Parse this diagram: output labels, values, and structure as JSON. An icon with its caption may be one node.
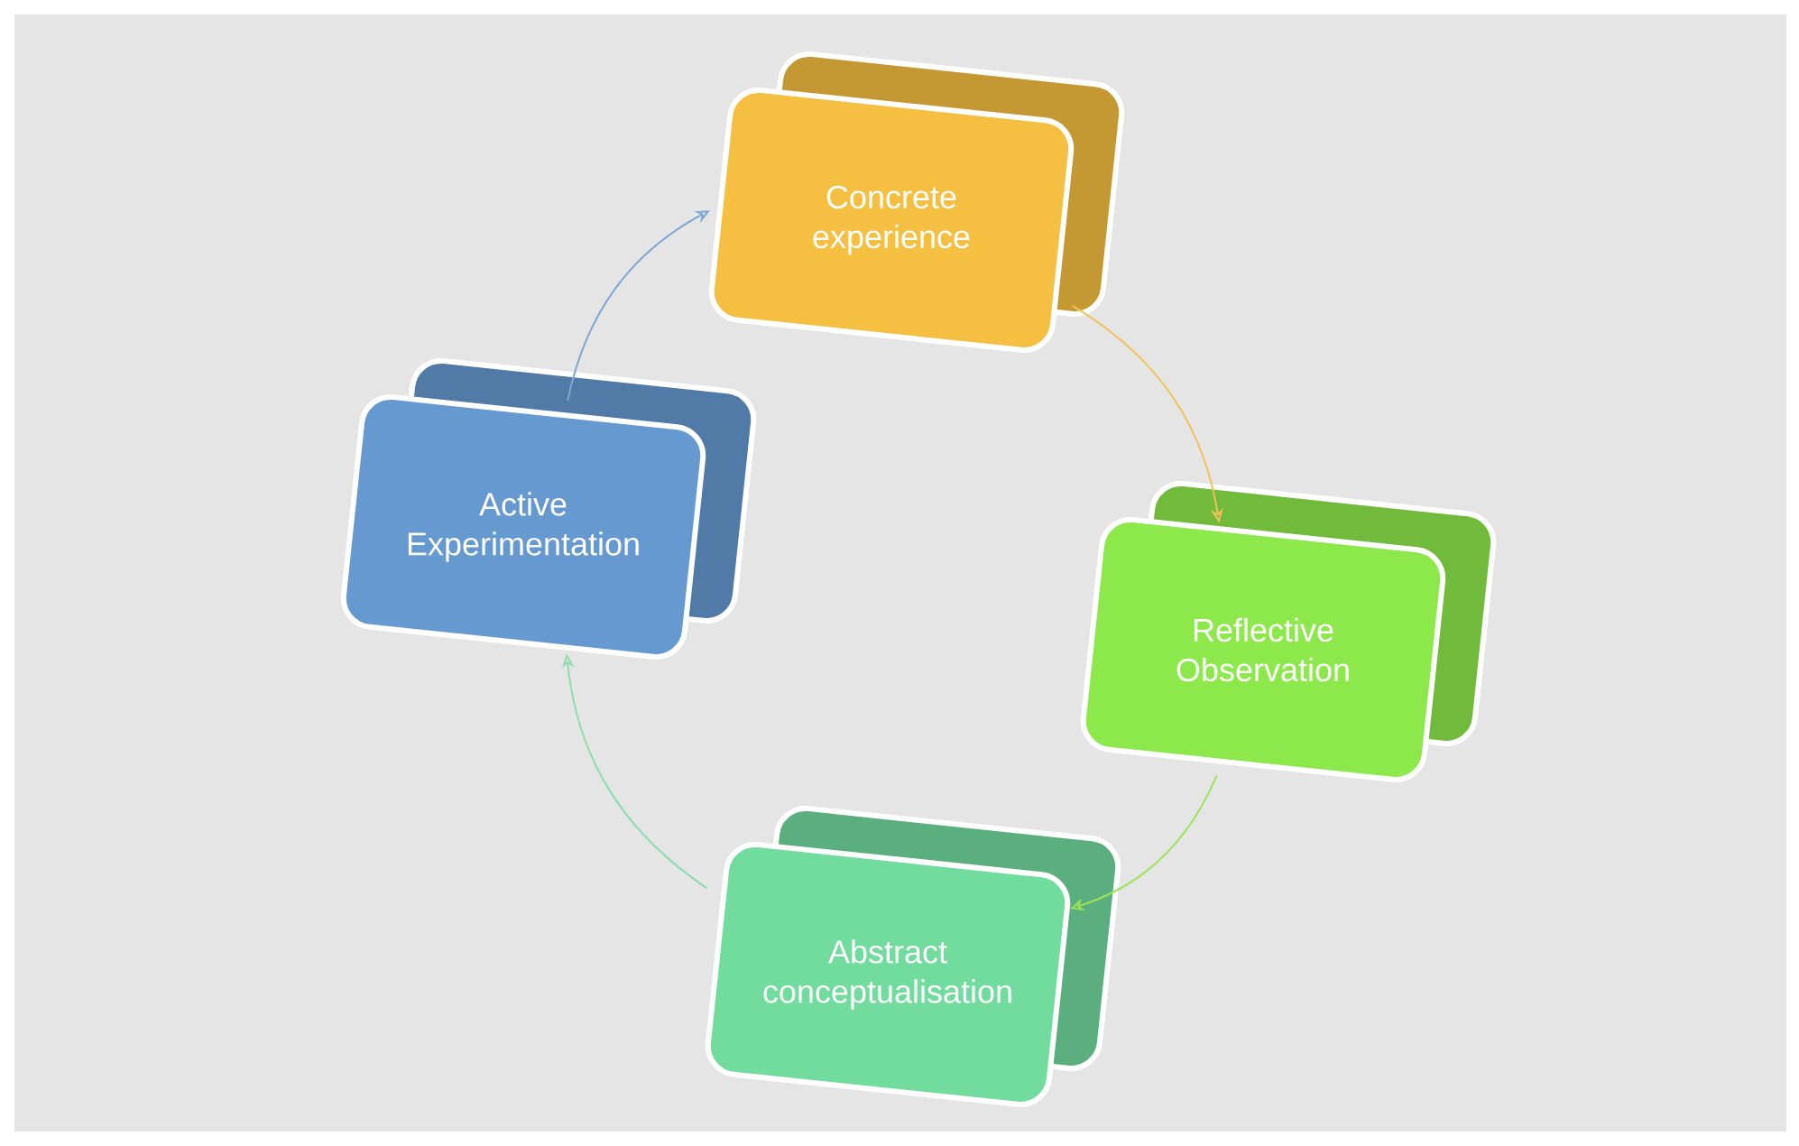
{
  "diagram": {
    "nodes": [
      {
        "text": [
          "Concrete experience"
        ]
      },
      {
        "text": [
          "Reflective Observation"
        ]
      },
      {
        "text": [
          "Abstract conceptualisation"
        ]
      },
      {
        "text": [
          "Active Experimentation"
        ]
      }
    ],
    "edges": [
      {
        "from": 0,
        "to": 1,
        "arrow": "to",
        "color": "#f2c25a"
      },
      {
        "from": 1,
        "to": 2,
        "arrow": "to",
        "color": "#9be35a"
      },
      {
        "from": 2,
        "to": 3,
        "arrow": "to",
        "color": "#8edcb0"
      },
      {
        "from": 3,
        "to": 0,
        "arrow": "to",
        "color": "#7fa6d4"
      }
    ]
  }
}
